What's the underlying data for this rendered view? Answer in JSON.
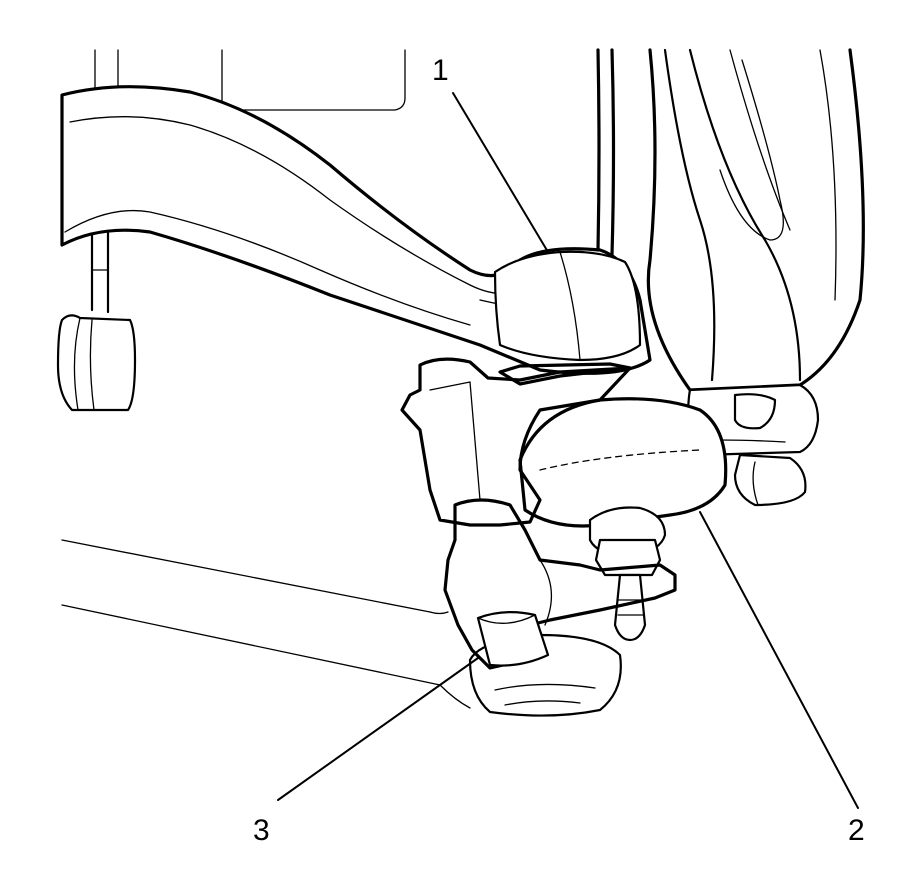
{
  "figure": {
    "background_color": "#ffffff",
    "line_color": "#000000",
    "tool_pattern": "stipple"
  },
  "callouts": [
    {
      "id": "1",
      "label": "1"
    },
    {
      "id": "2",
      "label": "2"
    },
    {
      "id": "3",
      "label": "3"
    }
  ]
}
